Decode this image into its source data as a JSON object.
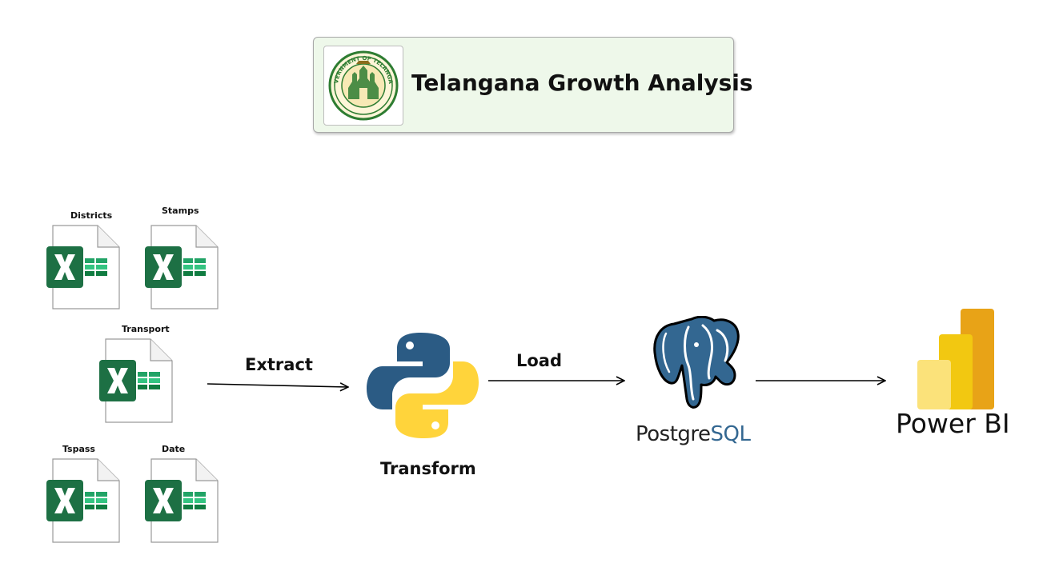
{
  "title": "Telangana Growth Analysis",
  "seal_text": "GOVERNMENT OF TELANGANA",
  "files": [
    {
      "key": "districts",
      "label": "Districts"
    },
    {
      "key": "stamps",
      "label": "Stamps"
    },
    {
      "key": "transport",
      "label": "Transport"
    },
    {
      "key": "tspass",
      "label": "Tspass"
    },
    {
      "key": "date",
      "label": "Date"
    }
  ],
  "steps": {
    "extract": "Extract",
    "transform": "Transform",
    "load": "Load"
  },
  "postgres": {
    "part1": "Postgre",
    "part2": "SQL"
  },
  "powerbi": {
    "label": "Power BI"
  },
  "colors": {
    "excel_green": "#1d7044",
    "python_blue": "#2b5b84",
    "python_yellow": "#ffd43b",
    "postgres_blue": "#336791",
    "powerbi_yellow": "#f2c811",
    "card_bg": "#eef8ea"
  }
}
